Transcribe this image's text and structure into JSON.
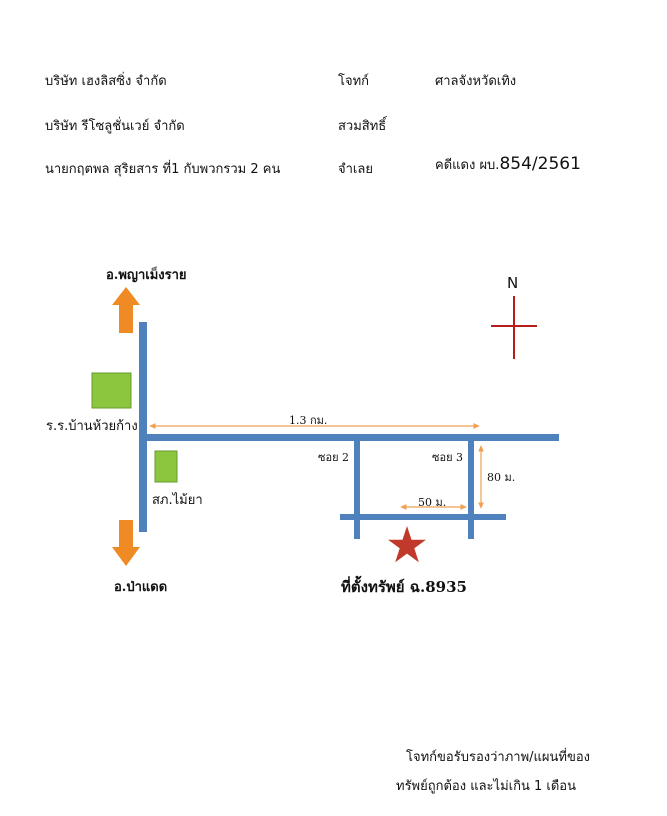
{
  "header": {
    "plaintiff_1": "บริษัท เฮงลิสซิ่ง จำกัด",
    "plaintiff_2": "บริษัท รีโซลูชั่นเวย์ จำกัด",
    "defendant": "นายกฤตพล สุริยสาร ที่1 กับพวกรวม 2 คน",
    "plaintiff_label": "โจทก์",
    "court": "ศาลจังหวัดเทิง",
    "subrogation_label": "สวมสิทธิ์",
    "defendant_label": "จำเลย",
    "case_prefix": "คดีแดง ผบ.",
    "case_number": "854/2561"
  },
  "map": {
    "north": "N",
    "to_north": "อ.พญาเม็งราย",
    "to_south": "อ.ป่าแดด",
    "school": "ร.ร.บ้านห้วยก้าง",
    "coop": "สภ.ไม้ยา",
    "soi_2": "ซอย 2",
    "soi_3": "ซอย 3",
    "dist_main": "1.3 กม.",
    "dist_80": "80 ม.",
    "dist_50": "50 ม.",
    "property": "ที่ตั้งทรัพย์ ฉ.8935",
    "colors": {
      "road": "#4f81bd",
      "arrow": "#f08a24",
      "landmark": "#8cc63f",
      "star": "#c0392b",
      "compass": "#b71c1c",
      "dimension": "#f0a050"
    }
  },
  "footer": {
    "cert_line_1": "โจทก์ขอรับรองว่าภาพ/แผนที่ของ",
    "cert_line_2": "ทรัพย์ถูกต้อง และไม่เกิน 1 เดือน"
  }
}
